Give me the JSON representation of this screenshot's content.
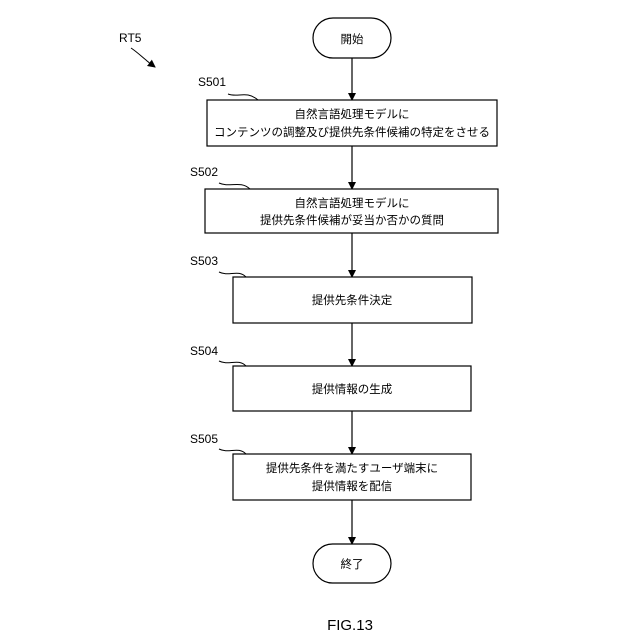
{
  "diagram": {
    "label": "RT5",
    "figure_caption": "FIG.13",
    "start": "開始",
    "end": "終了",
    "steps": [
      {
        "id": "S501",
        "lines": [
          "自然言語処理モデルに",
          "コンテンツの調整及び提供先条件候補の特定をさせる"
        ]
      },
      {
        "id": "S502",
        "lines": [
          "自然言語処理モデルに",
          "提供先条件候補が妥当か否かの質問"
        ]
      },
      {
        "id": "S503",
        "lines": [
          "提供先条件決定"
        ]
      },
      {
        "id": "S504",
        "lines": [
          "提供情報の生成"
        ]
      },
      {
        "id": "S505",
        "lines": [
          "提供先条件を満たすユーザ端末に",
          "提供情報を配信"
        ]
      }
    ]
  }
}
